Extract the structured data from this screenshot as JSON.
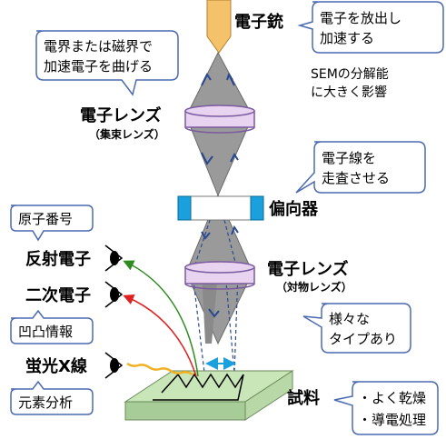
{
  "labels": {
    "electron_gun": "電子銃",
    "lens_condenser": "電子レンズ",
    "lens_condenser_sub": "（集束レンズ）",
    "deflector": "偏向器",
    "lens_objective": "電子レンズ",
    "lens_objective_sub": "（対物レンズ）",
    "backscattered": "反射電子",
    "secondary": "二次電子",
    "xray": "蛍光X線",
    "specimen": "試料"
  },
  "callouts": {
    "gun_line1": "電子を放出し",
    "gun_line2": "加速する",
    "field_line1": "電界または磁界で",
    "field_line2": "加速電子を曲げる",
    "scan_line1": "電子線を",
    "scan_line2": "走査させる",
    "atomic": "原子番号",
    "relief": "凹凸情報",
    "element": "元素分析",
    "types_line1": "様々な",
    "types_line2": "タイプあり",
    "prep_line1": "・よく乾燥",
    "prep_line2": "・導電処理"
  },
  "notes": {
    "sem_line1": "SEMの分解能",
    "sem_line2": "に大きく影響"
  },
  "colors": {
    "gun_fill": "#f4c26a",
    "beam_fill": "#9a9a9a",
    "lens_fill": "#e8d4f0",
    "lens_stroke": "#7a5aa0",
    "deflector_fill": "#1aa0dc",
    "specimen_fill": "#c8e6b8",
    "backscattered_ray": "#2e8b20",
    "secondary_ray": "#e02020",
    "xray_ray": "#f0b020",
    "arrow_blue": "#2a4a90",
    "callout_stroke": "#4a6ab0"
  },
  "icons": [
    "eye-icon",
    "eye-icon",
    "eye-icon"
  ]
}
